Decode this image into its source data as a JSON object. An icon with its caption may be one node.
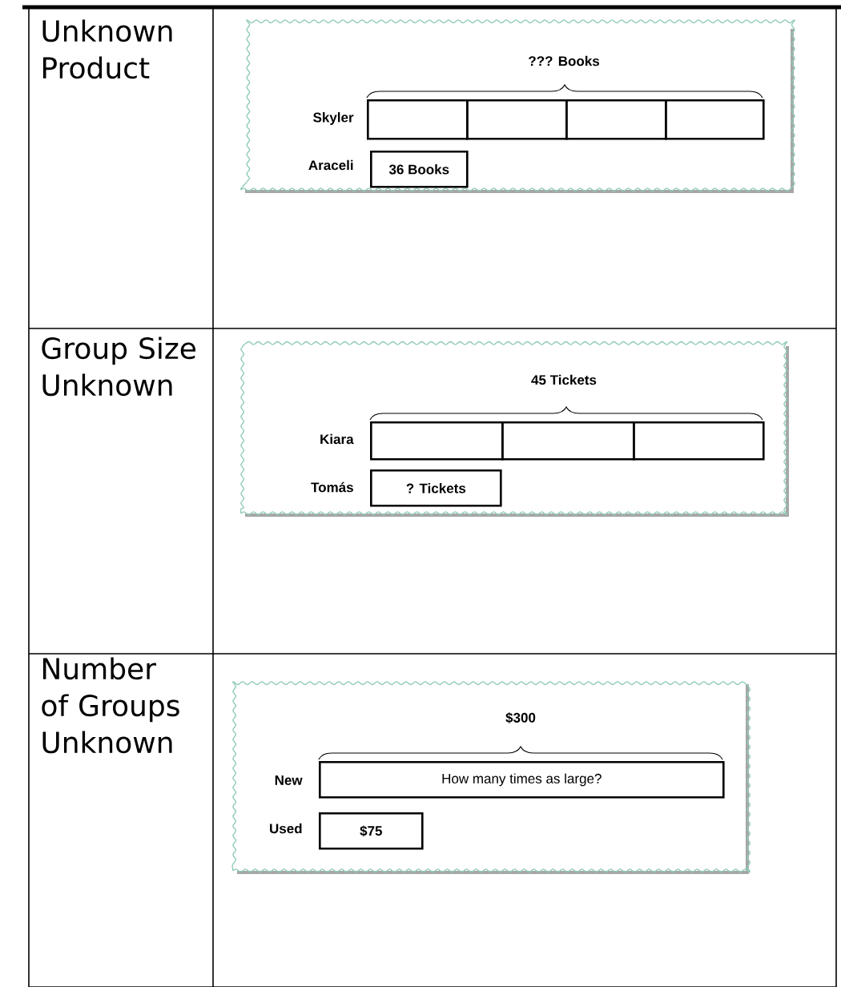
{
  "diagram": {
    "nodes": [
      {
        "text": [],
        "shape": "box"
      },
      {
        "text": [],
        "shape": "box",
        "in": 0
      },
      {
        "text": [],
        "shape": "box",
        "in": 0
      },
      {
        "text": [],
        "shape": "box",
        "in": 0
      },
      {
        "text": [],
        "shape": "box",
        "in": 0
      },
      {
        "text": [
          "36 Books"
        ],
        "in": 0
      },
      {
        "text": [],
        "shape": "box"
      },
      {
        "text": [],
        "shape": "box",
        "in": 6
      },
      {
        "text": [],
        "shape": "box",
        "in": 6
      },
      {
        "text": [],
        "shape": "box",
        "in": 6
      },
      {
        "text": [
          "? Tickets"
        ],
        "in": 6
      },
      {
        "text": [],
        "shape": "box"
      },
      {
        "text": [
          "How many times as large?"
        ],
        "in": 11
      },
      {
        "text": [
          "$75"
        ],
        "in": 11
      }
    ],
    "labels": [
      "Unknown Product",
      "??? Books",
      "Skyler",
      "Araceli",
      "Group Size Unknown",
      "45 Tickets",
      "Kiara",
      "Tomás",
      "Number of Groups Unknown",
      "$300",
      "New",
      "Used"
    ]
  }
}
